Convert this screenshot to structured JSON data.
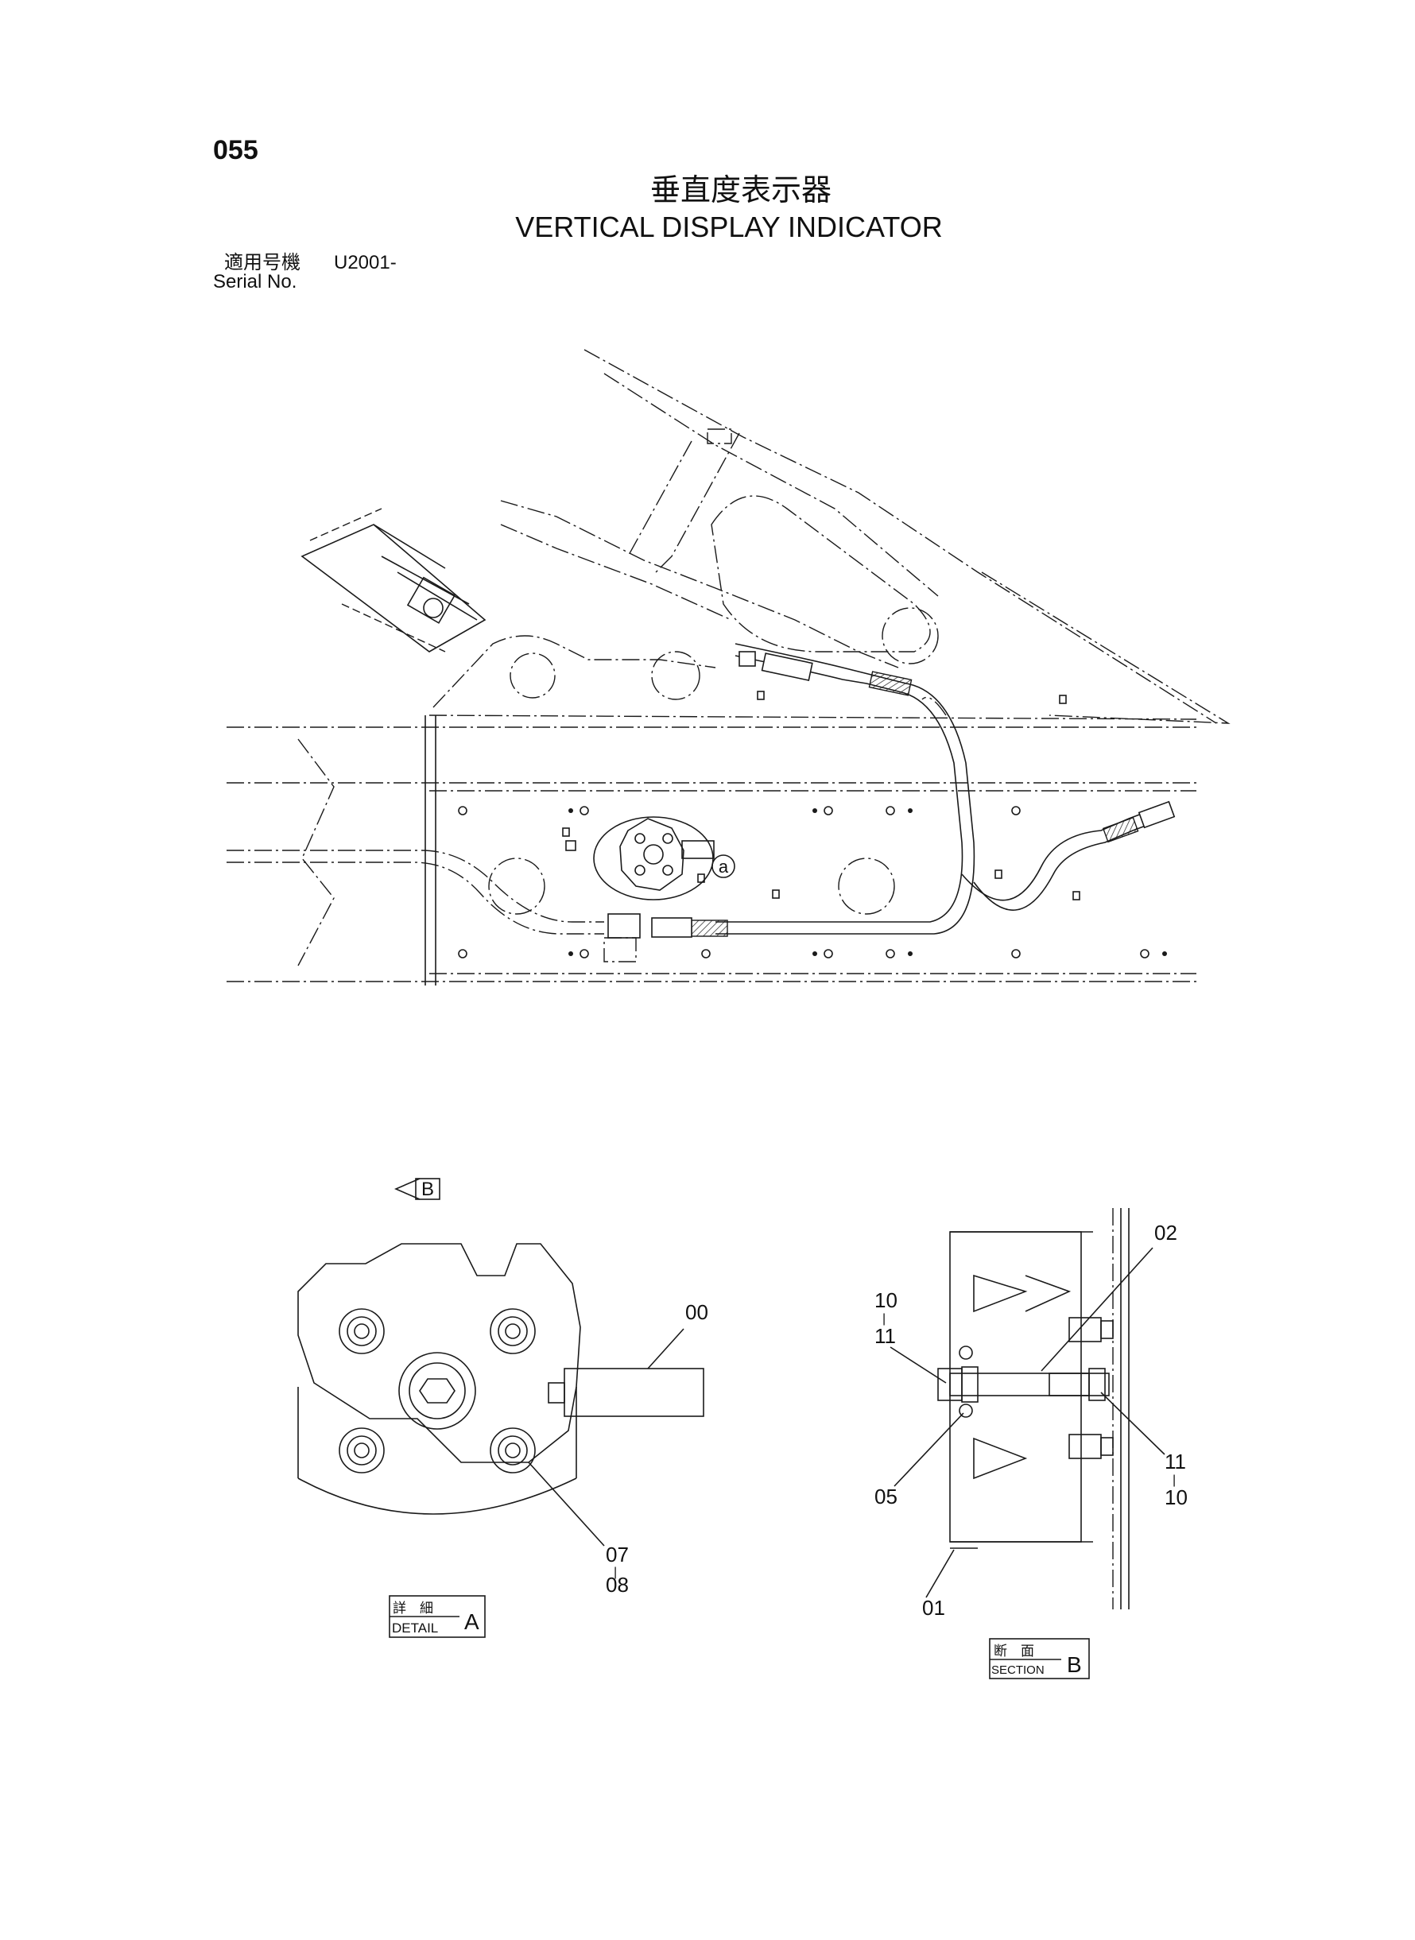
{
  "page": {
    "page_number": "055",
    "title_jp": "垂直度表示器",
    "title_en": "VERTICAL DISPLAY INDICATOR",
    "serial_label_jp": "適用号機",
    "serial_value": "U2001-",
    "serial_label_en": "Serial No."
  },
  "main_view": {
    "detail_marker": "a"
  },
  "detail_a": {
    "view_arrow": "B",
    "callouts": {
      "part_00": "00",
      "part_07": "07",
      "part_07_sep": "|",
      "part_08": "08"
    },
    "label": {
      "jp": "詳　細",
      "en": "DETAIL",
      "letter": "A"
    }
  },
  "section_b": {
    "callouts": {
      "part_02": "02",
      "part_10_top": "10",
      "sep_top": "|",
      "part_11_top": "11",
      "part_11_bottom": "11",
      "sep_bottom": "|",
      "part_10_bottom": "10",
      "part_05": "05",
      "part_01": "01"
    },
    "label": {
      "jp": "断　面",
      "en": "SECTION",
      "letter": "B"
    }
  },
  "colors": {
    "ink": "#1a1a1a",
    "paper": "#ffffff"
  }
}
